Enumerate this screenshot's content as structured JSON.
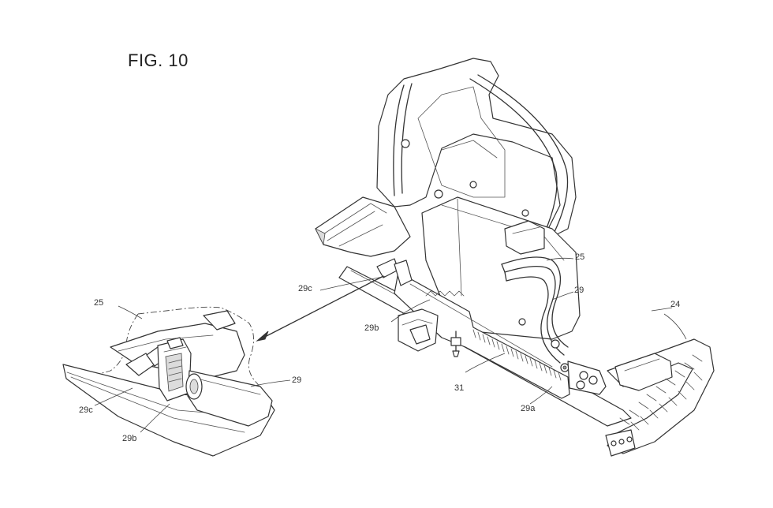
{
  "figure": {
    "title": "FIG. 10",
    "refs": {
      "r25_main": "25",
      "r29_main": "29",
      "r24": "24",
      "r29c_main": "29c",
      "r29b_main": "29b",
      "r31": "31",
      "r29a": "29a",
      "r25_detail": "25",
      "r29_detail": "29",
      "r29c_detail": "29c",
      "r29b_detail": "29b"
    }
  }
}
